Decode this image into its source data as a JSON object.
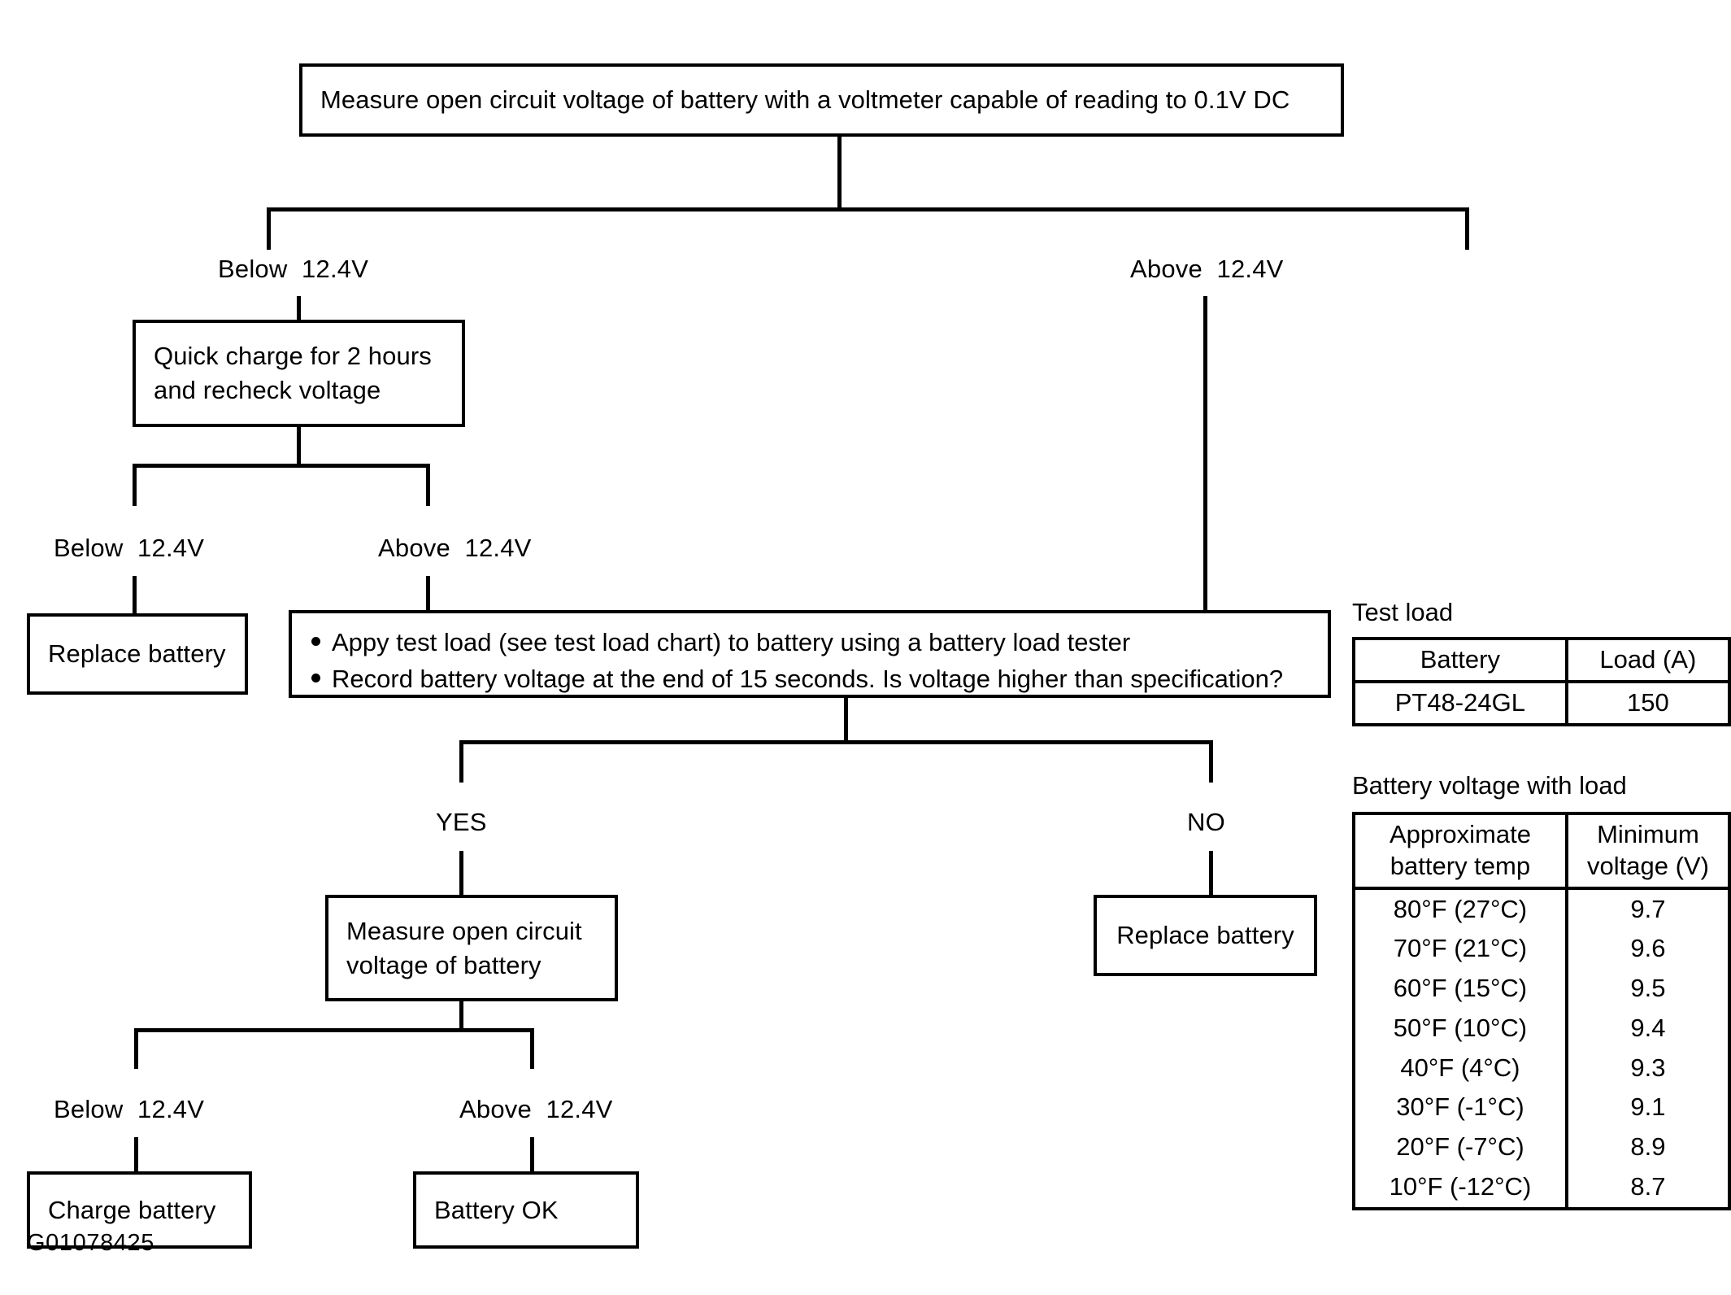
{
  "diagram": {
    "footer_code": "G01078425",
    "nodes": {
      "measure_ocv_top": "Measure open circuit voltage of battery with a voltmeter capable of reading  to 0.1V DC",
      "quick_charge": "Quick charge for 2 hours\nand recheck voltage",
      "replace_battery_left": "Replace battery",
      "load_test_bullets": [
        "Appy test load (see test load chart) to battery using a battery load tester",
        "Record battery voltage at the end of 15 seconds. Is voltage higher than specification?"
      ],
      "measure_ocv_lower": "Measure open circuit\nvoltage of battery",
      "replace_battery_right": "Replace battery",
      "charge_battery": "Charge battery",
      "battery_ok": "Battery OK"
    },
    "edge_labels": {
      "top_below": "Below  12.4V",
      "top_above": "Above  12.4V",
      "recheck_below": "Below  12.4V",
      "recheck_above": "Above  12.4V",
      "spec_yes": "YES",
      "spec_no": "NO",
      "final_below": "Below  12.4V",
      "final_above": "Above  12.4V"
    }
  },
  "test_load": {
    "caption": "Test load",
    "headers": [
      "Battery",
      "Load (A)"
    ],
    "rows": [
      {
        "battery": "PT48-24GL",
        "load": "150"
      }
    ]
  },
  "battery_voltage_with_load": {
    "caption": "Battery voltage with load",
    "headers": [
      "Approximate\nbattery temp",
      "Minimum\nvoltage (V)"
    ],
    "rows": [
      {
        "temp": "80°F (27°C)",
        "voltage": "9.7"
      },
      {
        "temp": "70°F (21°C)",
        "voltage": "9.6"
      },
      {
        "temp": "60°F (15°C)",
        "voltage": "9.5"
      },
      {
        "temp": "50°F (10°C)",
        "voltage": "9.4"
      },
      {
        "temp": "40°F (4°C)",
        "voltage": "9.3"
      },
      {
        "temp": "30°F (-1°C)",
        "voltage": "9.1"
      },
      {
        "temp": "20°F (-7°C)",
        "voltage": "8.9"
      },
      {
        "temp": "10°F (-12°C)",
        "voltage": "8.7"
      }
    ]
  }
}
